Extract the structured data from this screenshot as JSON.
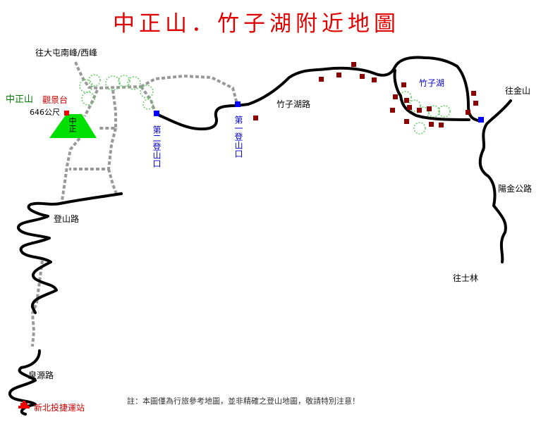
{
  "map": {
    "title": "中正山．竹子湖附近地圖",
    "labels": {
      "to_datun": "往大屯南峰/西峰",
      "zhongzheng_mountain": "中正山",
      "observation_deck": "觀景台",
      "elevation": "646公尺",
      "peak_label": "中正",
      "second_trailhead": "第二登山口",
      "first_trailhead": "第一登山口",
      "zhuzihu_road": "竹子湖路",
      "zhuzihu": "竹子湖",
      "to_jinshan": "往金山",
      "yangjin_road": "陽金公路",
      "to_shilin": "往士林",
      "dengshan_road": "登山路",
      "quanyuan_road": "泉源路",
      "bus_station": "新北投捷運站"
    },
    "note": "註：本圖僅為行旅參考地圖，並非精確之登山地圖，敬請特別注意！"
  },
  "colors": {
    "title": "#e00000",
    "road": "#000000",
    "trail": "#999999",
    "peak": "#00e000",
    "trailhead": "#0000ff",
    "building": "#8b0000",
    "forest": "#66cc66",
    "station": "#ee0000"
  },
  "icons": {
    "trailhead": "blue-square",
    "building": "dark-red-square",
    "station": "red-stepped-icon"
  }
}
